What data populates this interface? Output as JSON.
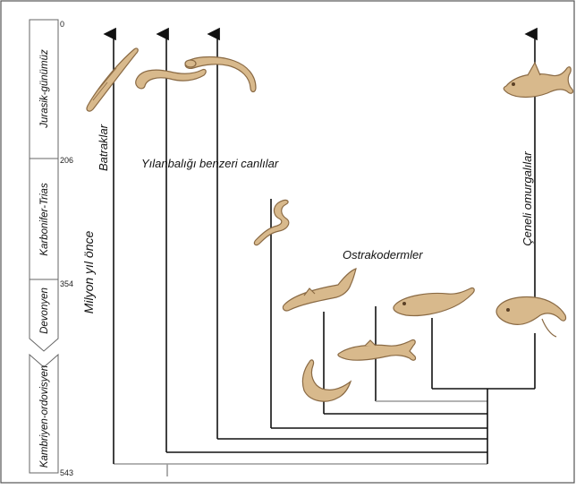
{
  "timescale": {
    "ticks": [
      "0",
      "206",
      "354",
      "543"
    ],
    "periods": [
      "Jurasik-günümüz",
      "Karbonifer-Trias",
      "Devonyen",
      "Kambriyen-ordovisyen"
    ]
  },
  "axis_label": "Milyon yıl önce",
  "groups": {
    "batraklar": "Batraklar",
    "yilanbaligi": "Yılanbalığı benzeri canlılar",
    "ostrakodermler": "Ostrakodermler",
    "ceneli": "Çeneli omurgalılar"
  },
  "colors": {
    "line": "#111111",
    "root_line": "#9a9a9a",
    "animal_fill": "#d8b98c",
    "animal_stroke": "#8a6a44",
    "frame": "#555555"
  }
}
